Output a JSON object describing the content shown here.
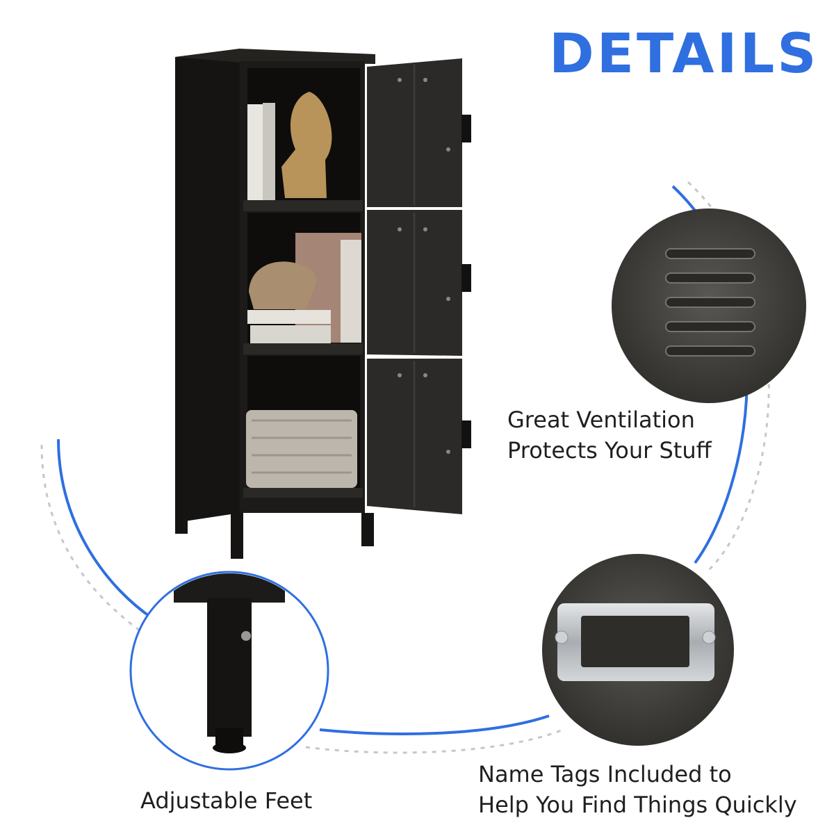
{
  "title": "DETAILS",
  "features": {
    "ventilation": {
      "line1": "Great Ventilation",
      "line2": "Protects Your Stuff",
      "icon": "vent-louvers"
    },
    "name_tags": {
      "line1": "Name Tags Included to",
      "line2": "Help You Find Things Quickly",
      "icon": "label-holder"
    },
    "feet": {
      "line1": "Adjustable Feet",
      "icon": "adjustable-leg"
    }
  },
  "colors": {
    "accent": "#2f6fe0",
    "cabinet": "#1c1b19",
    "text": "#1f1f1f"
  }
}
